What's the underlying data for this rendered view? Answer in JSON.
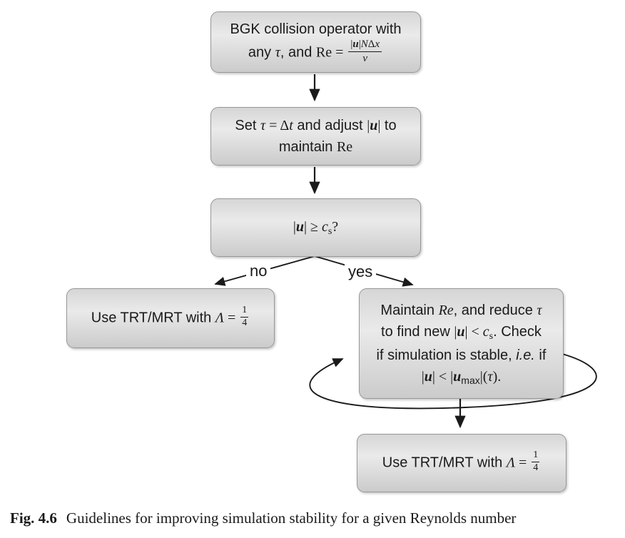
{
  "colors": {
    "background": "#ffffff",
    "box_fill_top": "#d6d6d6",
    "box_fill_mid": "#eaeaea",
    "box_fill_bottom": "#cbcbcb",
    "box_border": "#979797",
    "arrow": "#1a1a1a",
    "text": "#1a1a1a"
  },
  "nodes": {
    "start": {
      "line1": "BGK collision operator with",
      "any": "any ",
      "tau": "τ",
      "comma_and": ", and ",
      "re": "Re",
      "eq": " = ",
      "frac_num_p1": "|",
      "frac_num_u": "u",
      "frac_num_p2": "|",
      "frac_num_N": "N",
      "frac_num_delta": "Δ",
      "frac_num_x": "x",
      "frac_den": "ν"
    },
    "set_tau": {
      "set": "Set ",
      "tau": "τ",
      "eq": " = ",
      "delta": "Δ",
      "t": "t",
      "and_adjust": " and adjust ",
      "p1": "|",
      "u": "u",
      "p2": "|",
      "to": " to",
      "line2_a": "maintain ",
      "re": "Re"
    },
    "decision": {
      "p1": "|",
      "u": "u",
      "p2": "|",
      "geq": " ≥ ",
      "c": "c",
      "c_sub": "s",
      "question": "?"
    },
    "branch": {
      "no": "no",
      "yes": "yes"
    },
    "trt_left": {
      "text": "Use TRT/MRT with ",
      "lambda": "Λ",
      "eq": " = ",
      "frac_num": "1",
      "frac_den": "4"
    },
    "maintain": {
      "l1_a": "Maintain ",
      "l1_re": "Re",
      "l1_b": ", and reduce ",
      "l1_tau": "τ",
      "l2_a": "to find new ",
      "l2_p1": "|",
      "l2_u": "u",
      "l2_p2": "|",
      "l2_lt": " < ",
      "l2_c": "c",
      "l2_c_sub": "s",
      "l2_b": ". Check",
      "l3_a": "if simulation is stable, ",
      "l3_ie": "i.e.",
      "l3_b": " if",
      "l4_p1": "|",
      "l4_u": "u",
      "l4_p2": "|",
      "l4_lt": " < ",
      "l4_p3": "|",
      "l4_u2": "u",
      "l4_max": "max",
      "l4_p4": "|(",
      "l4_tau": "τ",
      "l4_end": ")."
    },
    "trt_bottom": {
      "text": "Use TRT/MRT with ",
      "lambda": "Λ",
      "eq": " = ",
      "frac_num": "1",
      "frac_den": "4"
    }
  },
  "caption": {
    "label": "Fig. 4.6",
    "text": "Guidelines for improving simulation stability for a given Reynolds number"
  }
}
